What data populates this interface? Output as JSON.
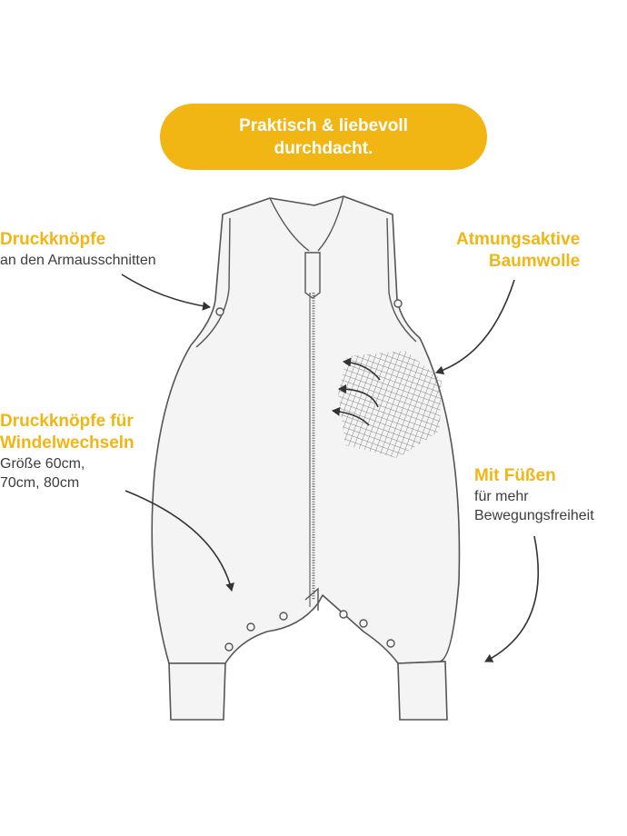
{
  "banner": {
    "line1": "Praktisch & liebevoll",
    "line2": "durchdacht.",
    "color": "#f2b614"
  },
  "annotations": {
    "arm_snaps": {
      "heading": "Druckknöpfe",
      "sub": "an den Armausschnitten"
    },
    "cotton": {
      "heading1": "Atmungsaktive",
      "heading2": "Baumwolle"
    },
    "diaper_snaps": {
      "heading1": "Druckknöpfe für",
      "heading2": "Windelwechseln",
      "sub1": "Größe 60cm,",
      "sub2": "70cm, 80cm"
    },
    "feet": {
      "heading": "Mit Füßen",
      "sub1": "für mehr",
      "sub2": "Bewegungsfreiheit"
    }
  },
  "illustration": {
    "subject": "sleeping-bag-with-feet",
    "line_color": "#555555",
    "fill_color": "#f4f4f4"
  }
}
